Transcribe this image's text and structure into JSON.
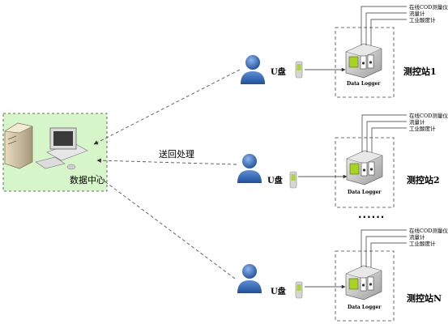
{
  "data_center": {
    "label": "数据中心",
    "bg_color": "#d6f5c9"
  },
  "return_label": "送回处理",
  "ellipsis": "......",
  "stations": [
    {
      "name": "测控站1",
      "udisk_label": "U盘",
      "logger_label": "Data Logger",
      "instruments": [
        "在线COD测量仪",
        "流量计",
        "工业酸度计"
      ]
    },
    {
      "name": "测控站2",
      "udisk_label": "U盘",
      "logger_label": "Data Logger",
      "instruments": [
        "在线COD测量仪",
        "流量计",
        "工业酸度计"
      ]
    },
    {
      "name": "测控站N",
      "udisk_label": "U盘",
      "logger_label": "Data Logger",
      "instruments": [
        "在线COD测量仪",
        "流量计",
        "工业酸度计"
      ]
    }
  ],
  "colors": {
    "person": "#2f66b3",
    "logger_screen": "#a7d41c",
    "dashed_line": "#555555"
  }
}
